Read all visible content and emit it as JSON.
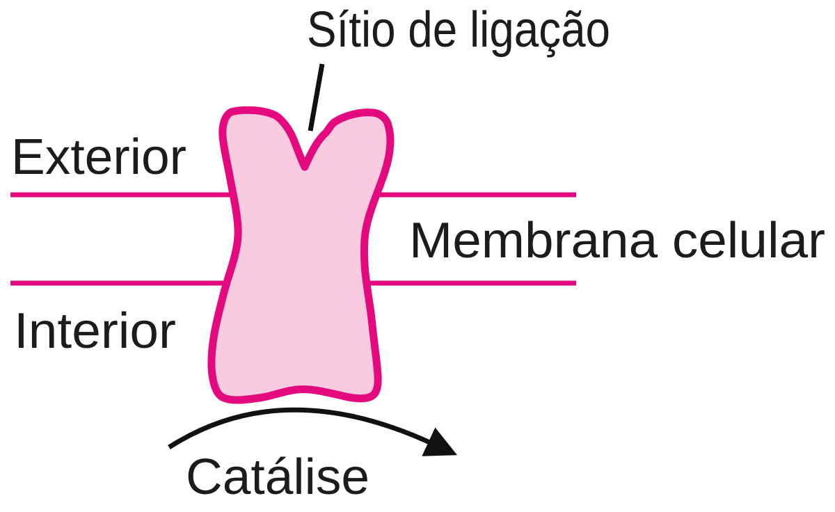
{
  "diagram": {
    "title_context": "Membrane protein catalysis diagram",
    "labels": {
      "binding_site": "Sítio de ligação",
      "exterior": "Exterior",
      "interior": "Interior",
      "membrane": "Membrana celular",
      "catalysis": "Catálise"
    },
    "colors": {
      "membrane_line": "#E5097F",
      "protein_stroke": "#E5097F",
      "protein_fill": "#F9CBDF",
      "text": "#1C1C1C",
      "arrow": "#111111"
    }
  }
}
